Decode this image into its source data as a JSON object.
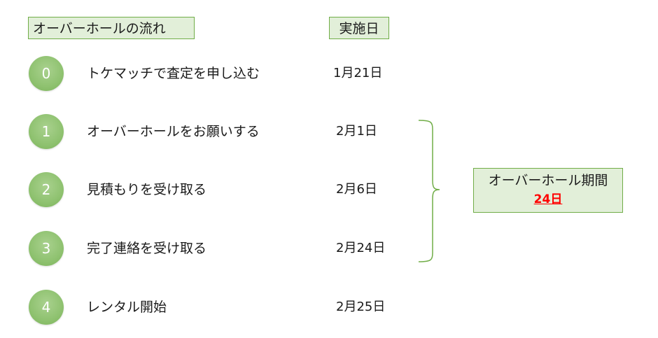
{
  "header": {
    "flow_title": "オーバーホールの流れ",
    "date_title": "実施日"
  },
  "steps": [
    {
      "number": "0",
      "label": "トケマッチで査定を申し込む",
      "date": "1月21日"
    },
    {
      "number": "1",
      "label": "オーバーホールをお願いする",
      "date": "2月1日"
    },
    {
      "number": "2",
      "label": "見積もりを受け取る",
      "date": "2月6日"
    },
    {
      "number": "3",
      "label": "完了連絡を受け取る",
      "date": "2月24日"
    },
    {
      "number": "4",
      "label": "レンタル開始",
      "date": "2月25日"
    }
  ],
  "period": {
    "title": "オーバーホール期間",
    "value": "24日"
  },
  "colors": {
    "circle_fill": "#8fc270",
    "box_fill": "#e2efd9",
    "box_border": "#70ad47",
    "highlight": "#ff0000"
  }
}
